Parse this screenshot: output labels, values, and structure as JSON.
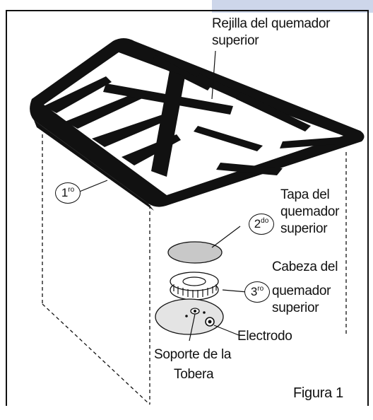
{
  "labels": {
    "grate_line1": "Rejilla del quemador",
    "grate_line2": "superior",
    "cap_line1": "Tapa del",
    "cap_line2": "quemador",
    "cap_line3": "superior",
    "head_line1": "Cabeza del",
    "head_line2": "quemador",
    "head_line3": "superior",
    "electrode": "Electrodo",
    "orifice_line1": "Soporte de la",
    "orifice_line2": "Tobera",
    "figure": "Figura 1"
  },
  "callouts": {
    "first": {
      "num": "1",
      "suffix": "ro"
    },
    "second": {
      "num": "2",
      "suffix": "do"
    },
    "third": {
      "num": "3",
      "suffix": "ro"
    }
  },
  "colors": {
    "header_bar": "#cdd6ea",
    "ink": "#111111",
    "cap_fill": "#c8c8c8",
    "plate_fill": "#e4e4e4"
  }
}
